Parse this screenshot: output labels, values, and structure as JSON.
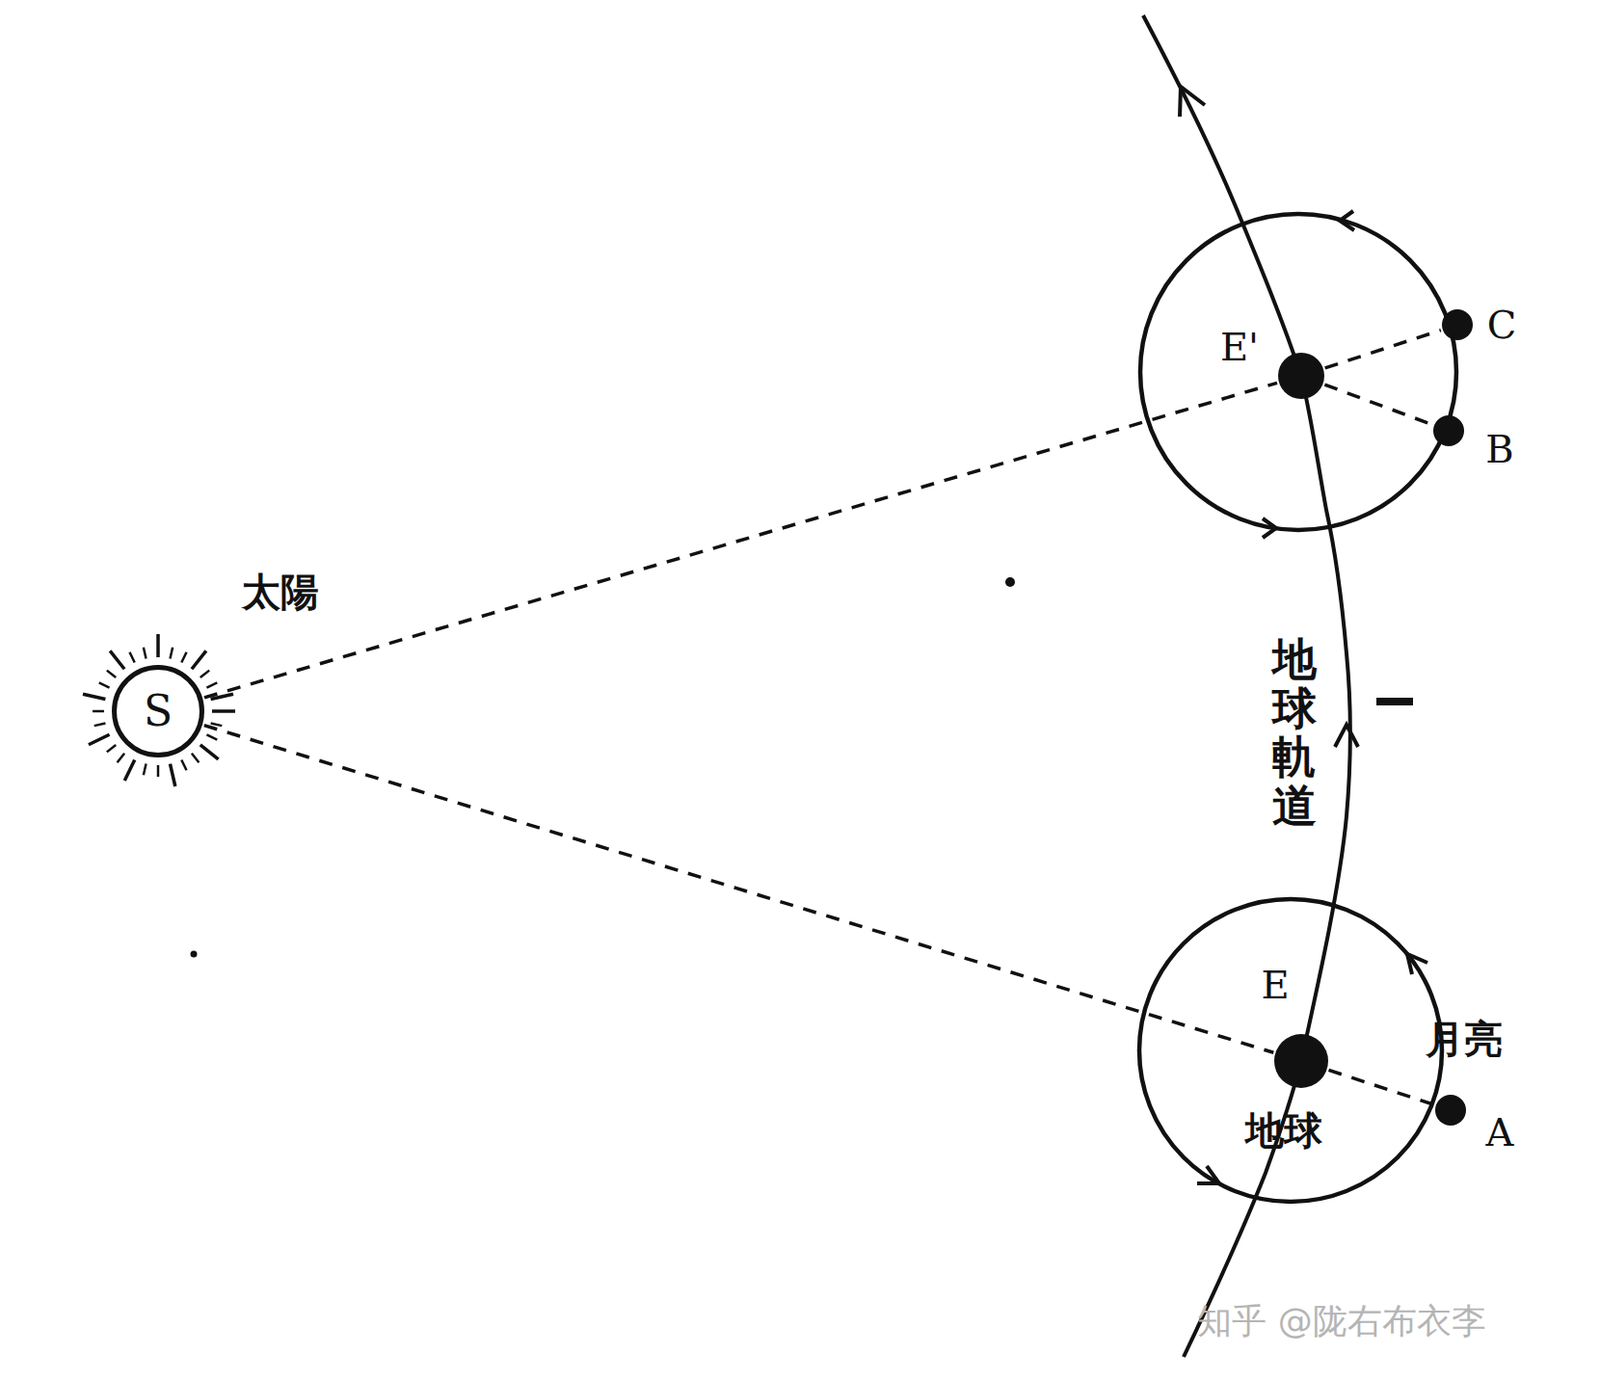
{
  "diagram": {
    "nodes": [
      {
        "text": [
          "S",
          "太陽"
        ]
      },
      {
        "text": [
          "E'"
        ]
      },
      {
        "text": [
          "C"
        ]
      },
      {
        "text": [
          "B"
        ]
      },
      {
        "text": [
          "E",
          "地球"
        ]
      },
      {
        "text": [
          "A"
        ]
      }
    ],
    "edges": [
      {
        "from": 0,
        "to": 1,
        "arrow": "none"
      },
      {
        "from": 1,
        "to": 2,
        "arrow": "none"
      },
      {
        "from": 1,
        "to": 3,
        "arrow": "none"
      },
      {
        "from": 0,
        "to": 4,
        "arrow": "none"
      },
      {
        "from": 4,
        "to": 5,
        "arrow": "none"
      }
    ],
    "labels": [
      "月亮",
      "地球軌道",
      "知乎 @陇右布衣李"
    ]
  }
}
